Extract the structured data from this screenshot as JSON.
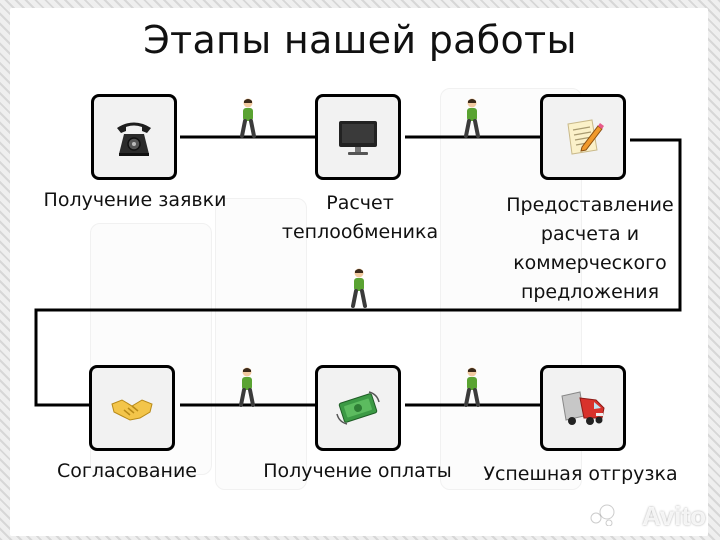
{
  "title": "Этапы нашей работы",
  "steps": [
    {
      "label": "Получение заявки",
      "icon": "telephone-icon"
    },
    {
      "label": "Расчет\nтеплообменика",
      "icon": "monitor-icon"
    },
    {
      "label": "Предоставление\nрасчета и\nкоммерческого\nпредложения",
      "icon": "document-pen-icon"
    },
    {
      "label": "Согласование",
      "icon": "handshake-icon"
    },
    {
      "label": "Получение оплаты",
      "icon": "money-icon"
    },
    {
      "label": "Успешная отгрузка",
      "icon": "truck-icon"
    }
  ],
  "connector_icon": "walking-person-icon",
  "watermark": "Avito",
  "colors": {
    "line": "#000000",
    "box_fill": "#f2f2f2",
    "walker_shirt": "#5aa332",
    "walker_pants": "#3b3b3b",
    "walker_skin": "#f1c9a0"
  }
}
